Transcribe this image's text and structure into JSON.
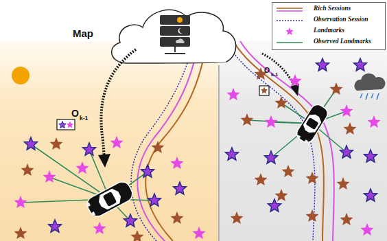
{
  "diagram": {
    "nodes": [
      {
        "text": [
          "Map"
        ]
      }
    ],
    "labels": [
      "O",
      "k-1",
      "O",
      "k-1"
    ],
    "legend": [
      {
        "text": "Rich Sessions"
      },
      {
        "text": "Observation Session"
      },
      {
        "text": "Landmarks"
      },
      {
        "text": "Observed Landmarks"
      }
    ]
  }
}
